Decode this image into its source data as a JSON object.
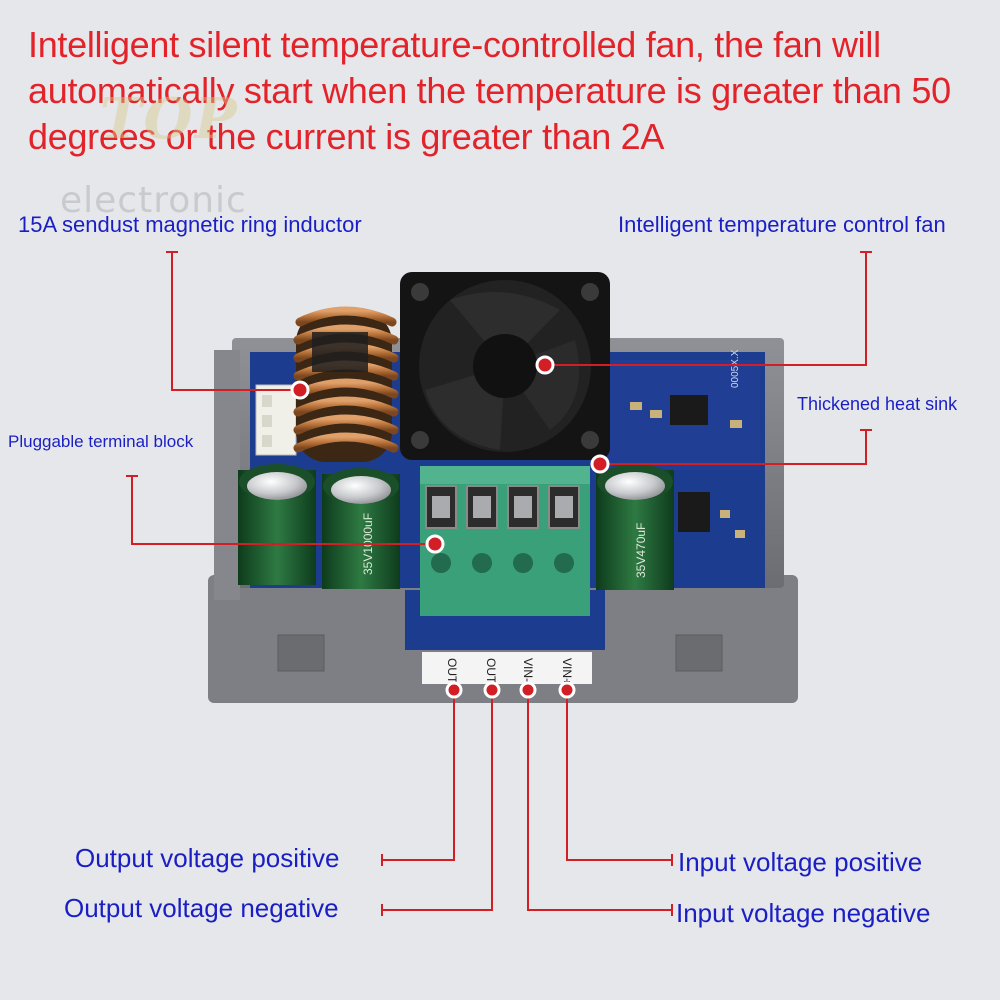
{
  "headline": "Intelligent silent temperature-controlled fan, the fan will automatically start when the temperature is greater than 50 degrees or the current is greater than 2A",
  "watermark": {
    "brand": "TOP",
    "text": "electronic"
  },
  "callouts": {
    "inductor": "15A sendust magnetic ring inductor",
    "fan": "Intelligent temperature control fan",
    "heat_sink": "Thickened heat sink",
    "terminal_block": "Pluggable terminal block",
    "out_pos": "Output voltage positive",
    "out_neg": "Output voltage negative",
    "in_pos": "Input voltage positive",
    "in_neg": "Input voltage negative"
  },
  "terminal_labels": [
    "OUT+",
    "OUT-",
    "VIN-",
    "VIN+"
  ],
  "component_marks": {
    "board_id": "0005X.X",
    "cap_left": "35V1000uF",
    "cap_right": "35V470uF"
  },
  "colors": {
    "headline": "#e2232a",
    "labels": "#1a1fc4",
    "leader_lines": "#d21f26",
    "pcb": "#1c3d8f",
    "terminal": "#3aa07a",
    "copper": "#b8733a"
  }
}
